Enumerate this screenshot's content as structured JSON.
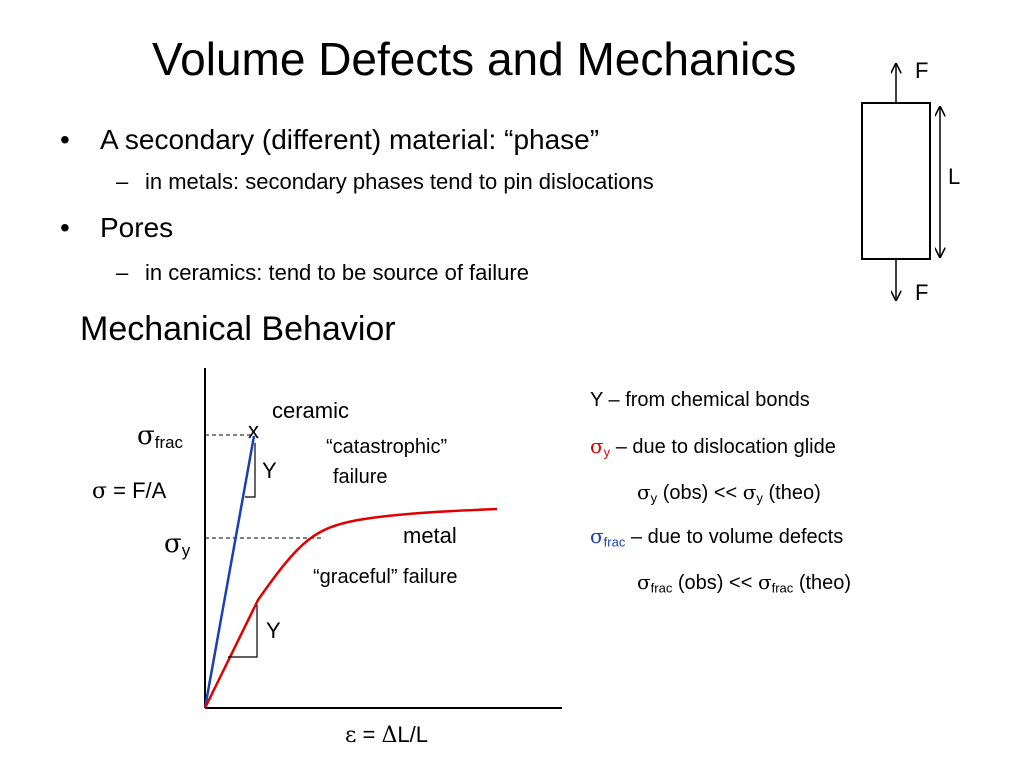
{
  "title": "Volume Defects and Mechanics",
  "bullets": [
    {
      "marker": "•",
      "text": "A secondary (different) material: “phase”",
      "sub": {
        "marker": "–",
        "text": "in metals: secondary phases tend to pin dislocations"
      }
    },
    {
      "marker": "•",
      "text": "Pores",
      "sub": {
        "marker": "–",
        "text": "in ceramics: tend to be source of failure"
      }
    }
  ],
  "specimen": {
    "force_top": "F",
    "force_bottom": "F",
    "length": "L"
  },
  "section_heading": "Mechanical Behavior",
  "graph": {
    "y_axis_label": {
      "symbol": "σ",
      "rest": " = F/A"
    },
    "x_axis_label": {
      "symbol": "ε",
      "mid": " = ",
      "delta": "Δ",
      "rest": "L/L"
    },
    "sigma_frac": {
      "symbol": "σ",
      "sub": "frac"
    },
    "sigma_y": {
      "symbol": "σ",
      "sub": "y"
    },
    "ceramic_label": "ceramic",
    "fracture_mark": "x",
    "ceramic_modulus_label": "Y",
    "catastrophic_line1": "“catastrophic”",
    "catastrophic_line2": "failure",
    "metal_label": "metal",
    "graceful_label": "“graceful” failure",
    "metal_modulus_label": "Y",
    "colors": {
      "ceramic": "#1a3fb8",
      "metal": "#e00000",
      "axes": "#000000"
    }
  },
  "notes": {
    "line1": "Y – from chemical bonds",
    "line2": {
      "symbol": "σ",
      "sub": "y",
      "text": " – due to dislocation glide"
    },
    "line3": {
      "sym1": "σ",
      "sub1": "y",
      "mid": " (obs) << ",
      "sym2": "σ",
      "sub2": "y",
      "end": " (theo)"
    },
    "line4": {
      "symbol": "σ",
      "sub": "frac",
      "text": " – due to volume defects"
    },
    "line5": {
      "sym1": "σ",
      "sub1": "frac",
      "mid": " (obs) << ",
      "sym2": "σ",
      "sub2": "frac",
      "end": " (theo)"
    }
  }
}
